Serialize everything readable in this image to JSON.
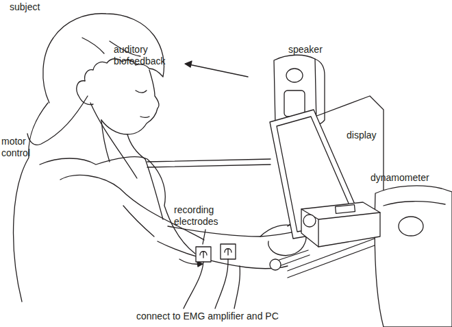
{
  "diagram": {
    "labels": [
      "subject",
      "auditory biofeedback",
      "motor control",
      "speaker",
      "display",
      "dynamometer",
      "recording electrodes",
      "connect to EMG amplifier and PC"
    ]
  }
}
